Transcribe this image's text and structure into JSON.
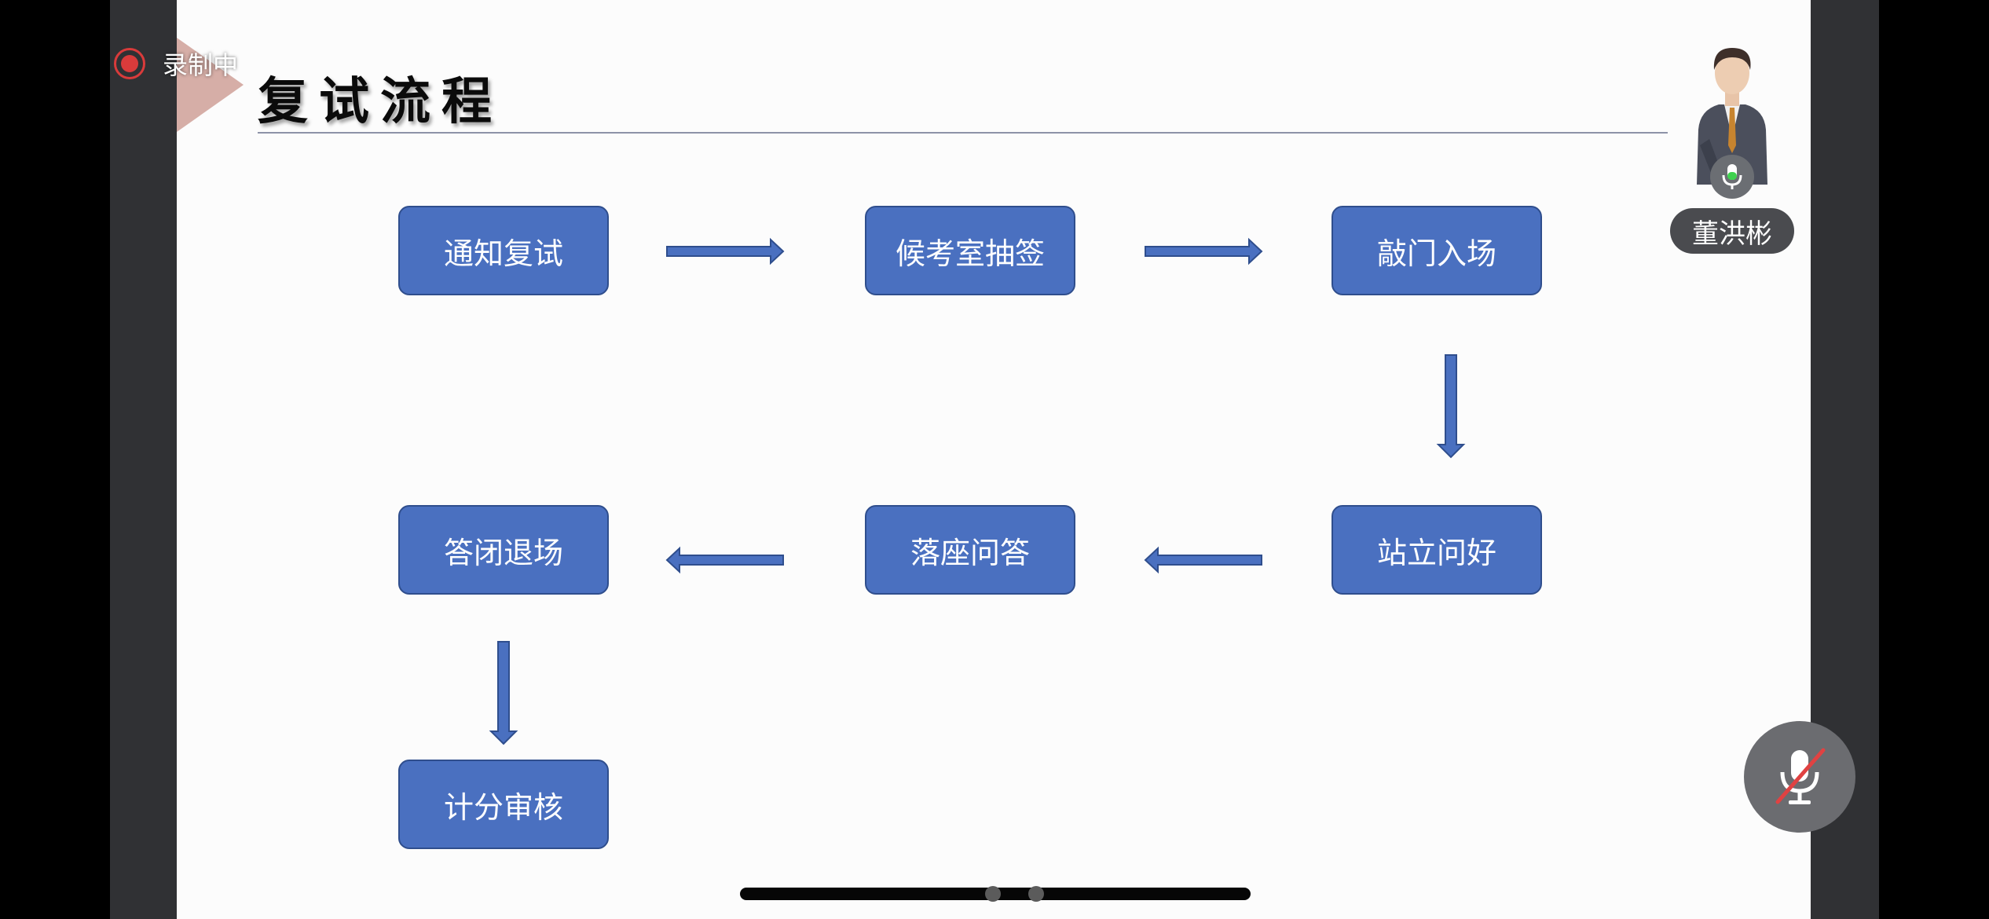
{
  "recording": {
    "label": "录制中"
  },
  "slide": {
    "title": "复试流程",
    "steps": [
      {
        "label": "通知复试"
      },
      {
        "label": "候考室抽签"
      },
      {
        "label": "敲门入场"
      },
      {
        "label": "站立问好"
      },
      {
        "label": "落座问答"
      },
      {
        "label": "答闭退场"
      },
      {
        "label": "计分审核"
      }
    ]
  },
  "participant": {
    "name": "董洪彬",
    "mic_status": "speaking"
  },
  "controls": {
    "mute_state": "muted"
  },
  "pager": {
    "dots": 2
  },
  "colors": {
    "box_fill": "#4a70c0",
    "box_border": "#2f4e8d",
    "slide_background": "#fcfcfc",
    "title_accent": "#d6aea7",
    "recording_red": "#d93b3b",
    "mic_active_green": "#3fd14f"
  }
}
